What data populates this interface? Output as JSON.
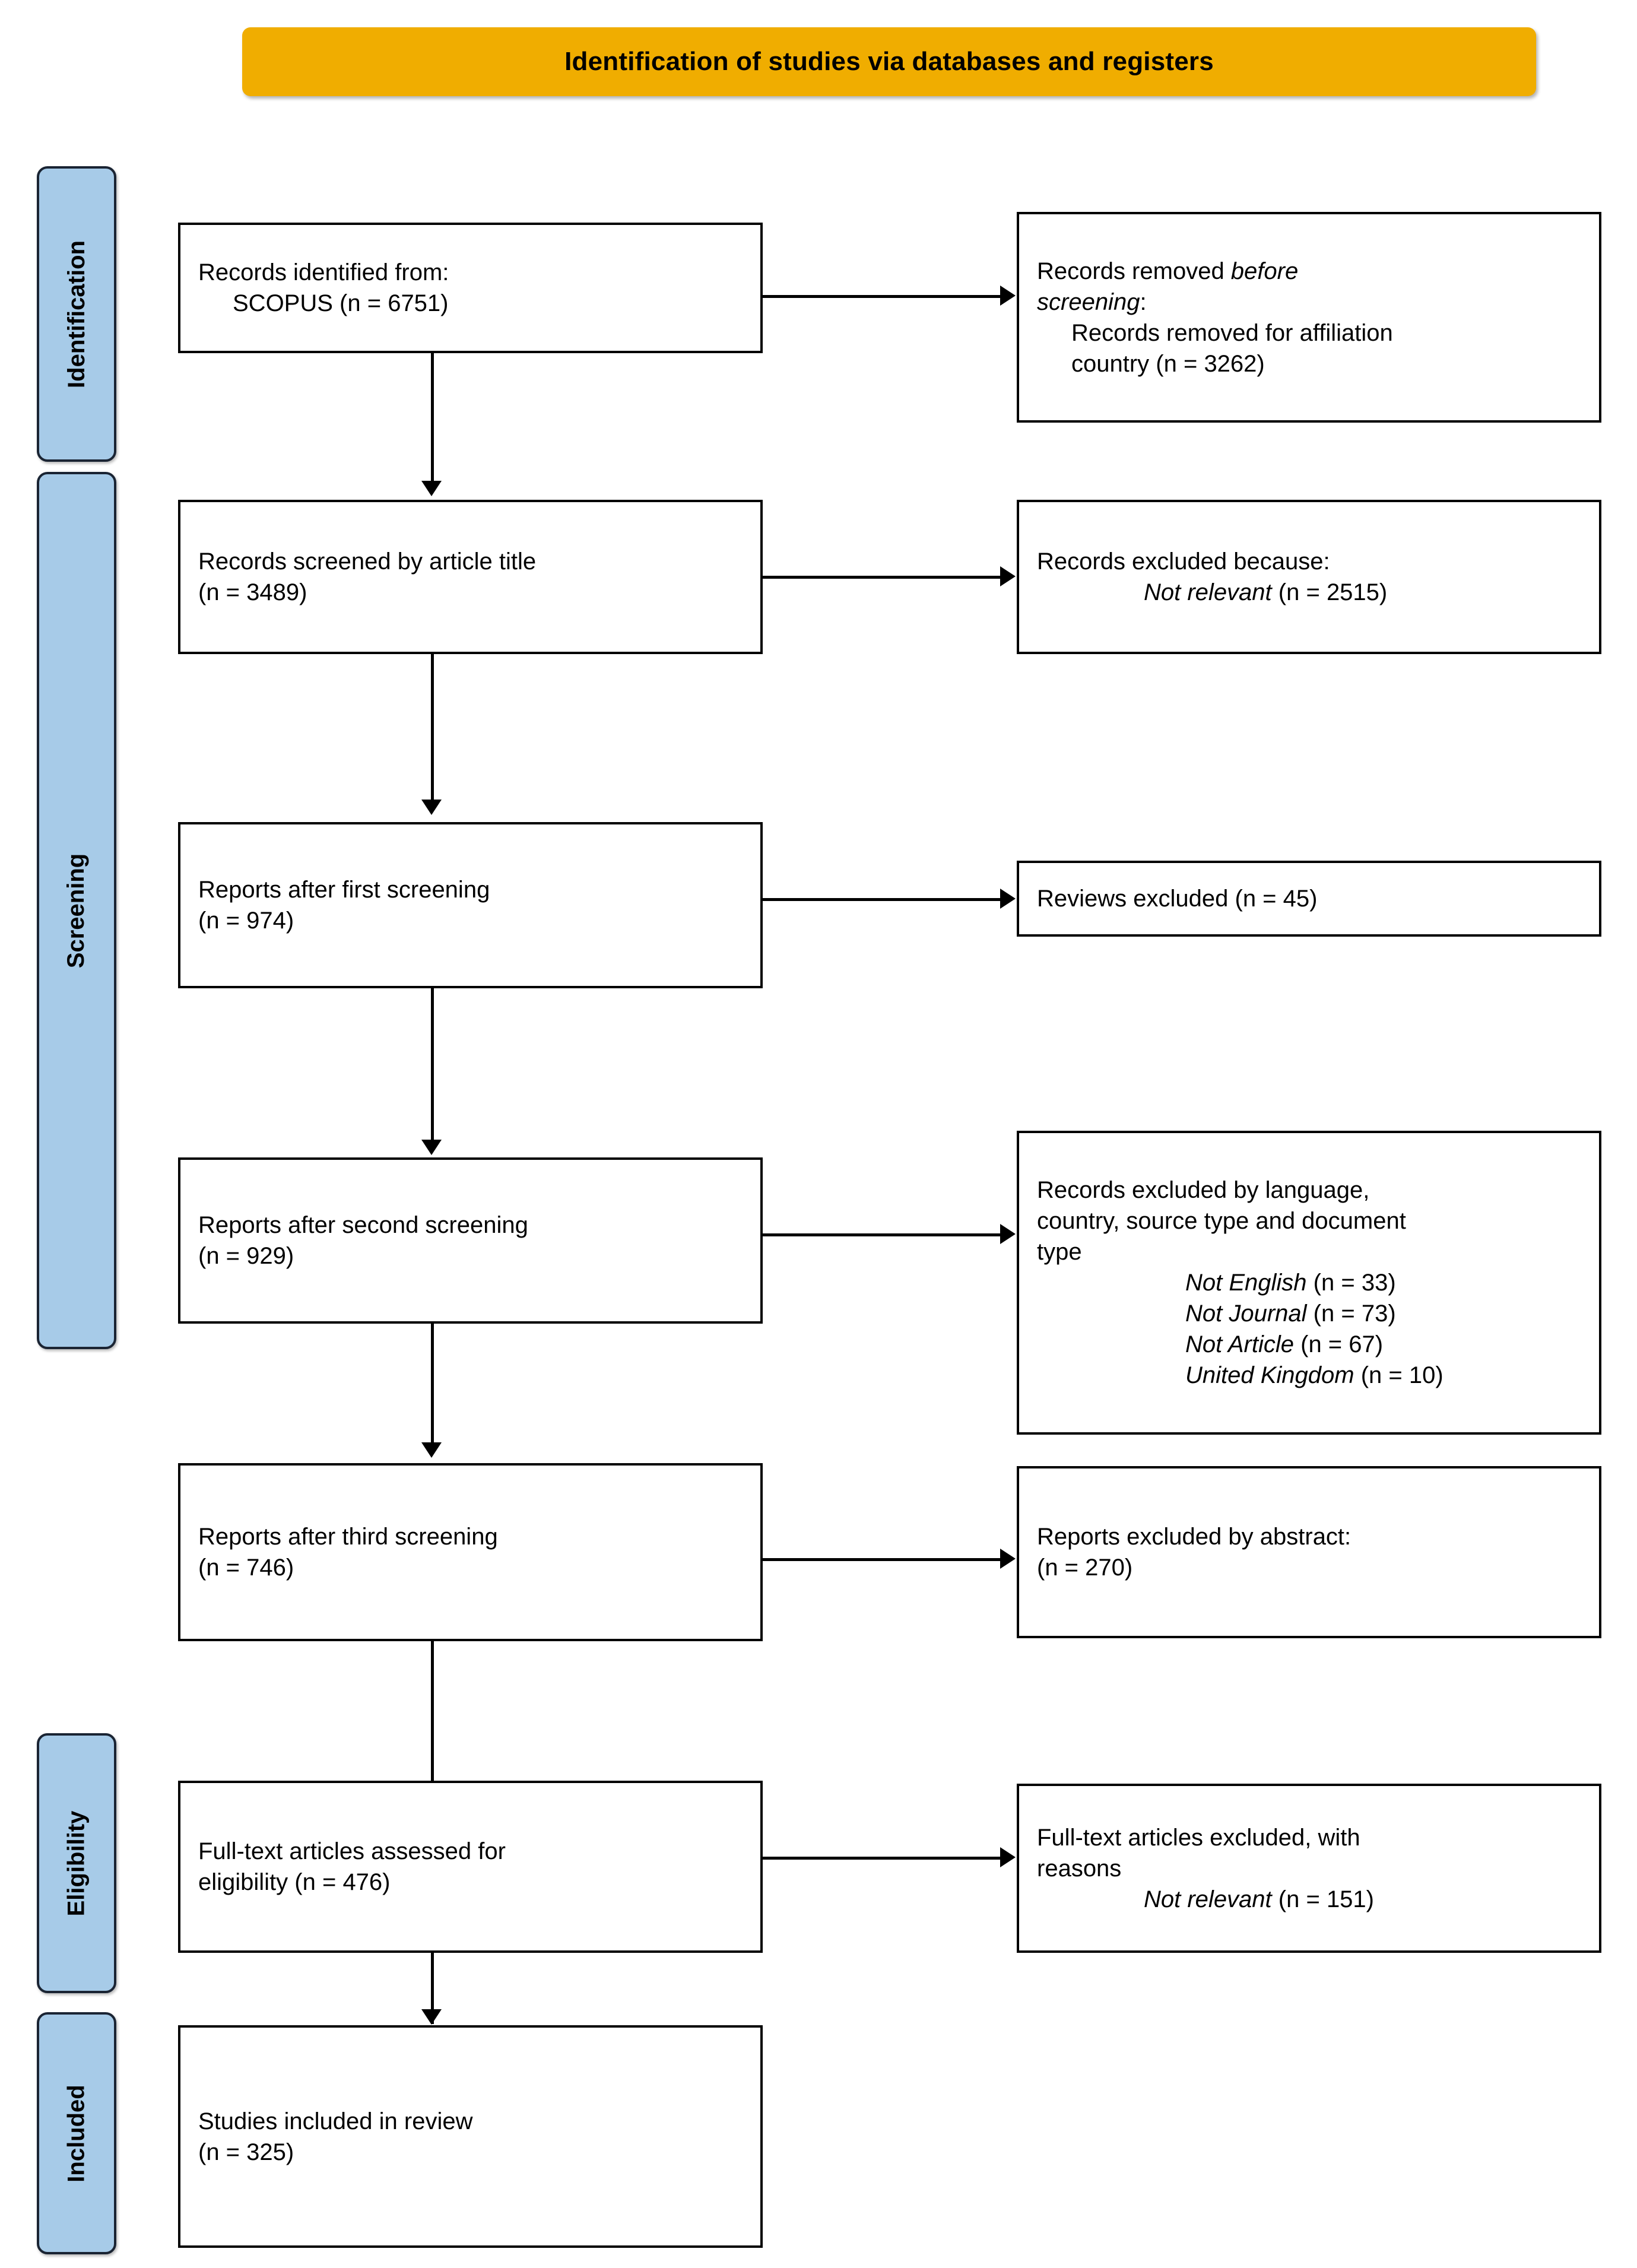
{
  "header": {
    "title": "Identification of studies via databases and registers",
    "color": "#f0ad00"
  },
  "stages": [
    {
      "label": "Identification"
    },
    {
      "label": "Screening"
    },
    {
      "label": "Eligibility"
    },
    {
      "label": "Included"
    }
  ],
  "stage_color": "#a7cbe8",
  "flow": {
    "left": [
      {
        "name": "records-identified",
        "lines": [
          {
            "text": "Records identified from:",
            "indent": 0,
            "italic": false
          },
          {
            "text": "SCOPUS (n = 6751)",
            "indent": 1,
            "italic": false
          }
        ]
      },
      {
        "name": "records-screened-title",
        "lines": [
          {
            "text": "Records screened by article title",
            "indent": 0,
            "italic": false
          },
          {
            "text": "(n = 3489)",
            "indent": 0,
            "italic": false
          }
        ]
      },
      {
        "name": "reports-first-screening",
        "lines": [
          {
            "text": "Reports after first screening",
            "indent": 0,
            "italic": false
          },
          {
            "text": "(n = 974)",
            "indent": 0,
            "italic": false
          }
        ]
      },
      {
        "name": "reports-second-screening",
        "lines": [
          {
            "text": "Reports after second screening",
            "indent": 0,
            "italic": false
          },
          {
            "text": "(n = 929)",
            "indent": 0,
            "italic": false
          }
        ]
      },
      {
        "name": "reports-third-screening",
        "lines": [
          {
            "text": "Reports after third screening",
            "indent": 0,
            "italic": false
          },
          {
            "text": "(n = 746)",
            "indent": 0,
            "italic": false
          }
        ]
      },
      {
        "name": "full-text-assessed",
        "lines": [
          {
            "text": "Full-text articles assessed for",
            "indent": 0,
            "italic": false
          },
          {
            "text": "eligibility (n = 476)",
            "indent": 0,
            "italic": false
          }
        ]
      },
      {
        "name": "studies-included",
        "lines": [
          {
            "text": "Studies included in review",
            "indent": 0,
            "italic": false
          },
          {
            "text": "(n = 325)",
            "indent": 0,
            "italic": false
          }
        ]
      }
    ],
    "right": [
      {
        "name": "records-removed-before-screening",
        "lines": [
          {
            "text": "Records removed ",
            "indent": 0,
            "italic": false,
            "italic_tail": "before"
          },
          {
            "text": "screening",
            "indent": 0,
            "italic": true,
            "tail": ":"
          },
          {
            "text": "Records removed for affiliation",
            "indent": 1,
            "italic": false
          },
          {
            "text": "country (n = 3262)",
            "indent": 1,
            "italic": false
          }
        ]
      },
      {
        "name": "records-excluded-not-relevant",
        "lines": [
          {
            "text": "Records excluded because:",
            "indent": 0,
            "italic": false
          },
          {
            "text": "",
            "indent": 0,
            "italic": false
          },
          {
            "text": "Not relevant",
            "indent": 2,
            "italic": true,
            "tail": " (n = 2515)"
          }
        ]
      },
      {
        "name": "reviews-excluded",
        "lines": [
          {
            "text": "Reviews excluded (n = 45)",
            "indent": 0,
            "italic": false
          }
        ]
      },
      {
        "name": "records-excluded-language-country-type",
        "lines": [
          {
            "text": "Records excluded by language,",
            "indent": 0,
            "italic": false
          },
          {
            "text": "country, source type and document",
            "indent": 0,
            "italic": false
          },
          {
            "text": "type",
            "indent": 0,
            "italic": false
          },
          {
            "text": "Not English",
            "indent": 2,
            "italic": true,
            "tail": " (n = 33)"
          },
          {
            "text": "Not Journal",
            "indent": 2,
            "italic": true,
            "tail": " (n = 73)"
          },
          {
            "text": "Not Article",
            "indent": 2,
            "italic": true,
            "tail": " (n = 67)"
          },
          {
            "text": "United Kingdom",
            "indent": 2,
            "italic": true,
            "tail": " (n = 10)"
          }
        ]
      },
      {
        "name": "reports-excluded-abstract",
        "lines": [
          {
            "text": "Reports excluded by abstract:",
            "indent": 0,
            "italic": false
          },
          {
            "text": "(n = 270)",
            "indent": 0,
            "italic": false
          }
        ]
      },
      {
        "name": "full-text-excluded-with-reasons",
        "lines": [
          {
            "text": "Full-text articles excluded, with",
            "indent": 0,
            "italic": false
          },
          {
            "text": "reasons",
            "indent": 0,
            "italic": false
          },
          {
            "text": "Not relevant",
            "indent": 2,
            "italic": true,
            "tail": " (n = 151)"
          }
        ]
      }
    ]
  }
}
